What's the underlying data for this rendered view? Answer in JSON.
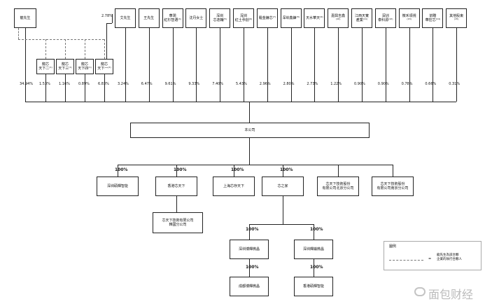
{
  "diagram": {
    "shareholders": [
      {
        "name": "龍先生",
        "pct": "34.94%"
      },
      {
        "name": "艾先生",
        "pct": "3.24%"
      },
      {
        "name": "王先生",
        "pct": "6.47%"
      },
      {
        "name": "華潤\n紅杉智選⁽⁴⁾",
        "pct": "9.61%"
      },
      {
        "name": "沈丹女士",
        "pct": "9.33%"
      },
      {
        "name": "深圳\n芯逸輔⁽⁵⁾",
        "pct": "7.40%"
      },
      {
        "name": "深圳\n紅土孕創⁽⁶⁾",
        "pct": "5.43%"
      },
      {
        "name": "羅金鐘芯⁽⁷⁾",
        "pct": "2.96%"
      },
      {
        "name": "深圳鑫鍊⁽⁸⁾",
        "pct": "2.80%"
      },
      {
        "name": "天水華天⁽⁹⁾",
        "pct": "2.73%"
      },
      {
        "name": "嘉興吉鑫⁽¹⁰⁾",
        "pct": "1.22%"
      },
      {
        "name": "江西天實\n產業⁽¹¹⁾",
        "pct": "0.90%"
      },
      {
        "name": "深圳\n泰科源⁽¹²⁾",
        "pct": "0.90%"
      },
      {
        "name": "微禾領視⁽¹³⁾",
        "pct": "0.78%"
      },
      {
        "name": "前瞻\n華控芯⁽¹⁴⁾",
        "pct": "0.66%"
      },
      {
        "name": "其他股東⁽¹⁵⁾",
        "pct": "0.31%"
      }
    ],
    "platforms": [
      {
        "name": "龍芯\n天下二⁽¹⁾",
        "pct": "1.53%"
      },
      {
        "name": "龍芯\n天下三⁽¹⁾",
        "pct": "1.16%"
      },
      {
        "name": "龍芯\n天下四⁽¹⁾",
        "pct": "0.89%"
      },
      {
        "name": "龍芯\n天下一⁽²⁾",
        "pct": "6.83%"
      }
    ],
    "extra_pct": "2.78%",
    "company": "本公司",
    "subsidiaries": [
      {
        "name": "深圳碩輝智能",
        "pct": "100%"
      },
      {
        "name": "香港芯天下",
        "pct": "100%"
      },
      {
        "name": "上海芯存天下",
        "pct": "100%"
      },
      {
        "name": "芯之家",
        "pct": "100%"
      },
      {
        "name": "芯天下技術股份\n有限公司北京分公司",
        "pct": ""
      },
      {
        "name": "芯天下技術股份\n有限公司南京分公司",
        "pct": ""
      }
    ],
    "hk_branch": "芯天下技術有限公司\n韓國分公司",
    "xzj_children": [
      {
        "name": "深圳博輝微晶",
        "pct": "100%"
      },
      {
        "name": "深圳輝鑰微晶",
        "pct": "100%"
      }
    ],
    "grandchildren": [
      {
        "name": "成都博輝微晶",
        "pct": "100%"
      },
      {
        "name": "香港碩輝智能",
        "pct": "100%"
      }
    ],
    "legend": {
      "title": "圖例",
      "eq": "=",
      "text": "龍先生為該合夥\n企業的執行合夥人"
    }
  },
  "watermark": "面包财经"
}
